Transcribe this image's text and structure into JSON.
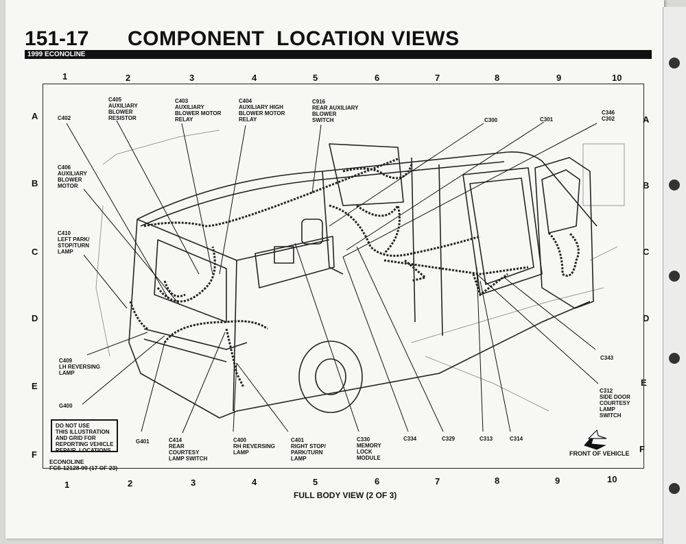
{
  "header": {
    "section": "151-17",
    "title": "COMPONENT  LOCATION VIEWS",
    "model": "1999 ECONOLINE"
  },
  "grid": {
    "columns": [
      "1",
      "2",
      "3",
      "4",
      "5",
      "6",
      "7",
      "8",
      "9",
      "10"
    ],
    "rows": [
      "A",
      "B",
      "C",
      "D",
      "E",
      "F"
    ]
  },
  "callouts": {
    "c405": "C405\nAUXILIARY\nBLOWER\nRESISTOR",
    "c403": "C403\nAUXILIARY\nBLOWER MOTOR\nRELAY",
    "c404": "C404\nAUXILIARY HIGH\nBLOWER MOTOR\nRELAY",
    "c916": "C916\nREAR AUXILIARY\nBLOWER\nSWITCH",
    "c402": "C402",
    "c300": "C300",
    "c301": "C301",
    "c346": "C346\nC302",
    "c406": "C406\nAUXILIARY\nBLOWER\nMOTOR",
    "c410": "C410\nLEFT PARK/\nSTOP/TURN\nLAMP",
    "c409": "C409\nLH REVERSING\nLAMP",
    "g400": "G400",
    "g401": "G401",
    "c414": "C414\nREAR\nCOURTESY\nLAMP SWITCH",
    "c400": "C400\nRH REVERSING\nLAMP",
    "c401": "C401\nRIGHT STOP/\nPARK/TURN\nLAMP",
    "c330": "C330\nMEMORY\nLOCK\nMODULE",
    "c334": "C334",
    "c329": "C329",
    "c313": "C313",
    "c314": "C314",
    "c343": "C343",
    "c312": "C312\nSIDE DOOR\nCOURTESY\nLAMP\nSWITCH"
  },
  "notice": "DO NOT USE\nTHIS ILLUSTRATION\nAND GRID FOR\nREPORTING VEHICLE\nREPAIR  LOCATIONS",
  "footer_code": "ECONOLINE\nFCS-12128-99 (17 OF 23)",
  "front_label": "FRONT OF VEHICLE",
  "caption": "FULL BODY VIEW (2 OF 3)"
}
